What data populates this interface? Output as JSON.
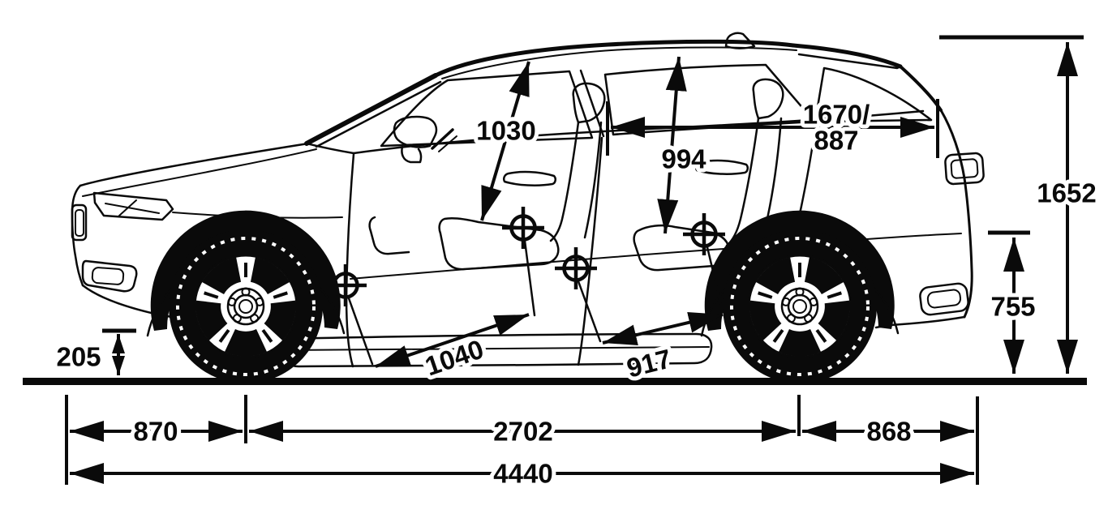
{
  "diagram": {
    "kind": "vehicle-side-view-dimension-drawing",
    "vehicle": "compact-suv",
    "colors": {
      "ink": "#0a0a0a",
      "background": "#ffffff"
    }
  },
  "annotations": [
    {
      "id": "front-headroom-diagonal",
      "text": "1030"
    },
    {
      "id": "rear-headroom-diagonal",
      "text": "994"
    },
    {
      "id": "cargo-length-line1",
      "text": "1670/"
    },
    {
      "id": "cargo-length-line2",
      "text": "887"
    },
    {
      "id": "overall-height",
      "text": "1652"
    },
    {
      "id": "load-height",
      "text": "755"
    },
    {
      "id": "ground-clearance",
      "text": "205"
    },
    {
      "id": "front-legroom-diagonal",
      "text": "1040"
    },
    {
      "id": "rear-legroom-diagonal",
      "text": "917"
    },
    {
      "id": "front-overhang",
      "text": "870"
    },
    {
      "id": "wheelbase",
      "text": "2702"
    },
    {
      "id": "rear-overhang",
      "text": "868"
    },
    {
      "id": "overall-length",
      "text": "4440"
    }
  ]
}
